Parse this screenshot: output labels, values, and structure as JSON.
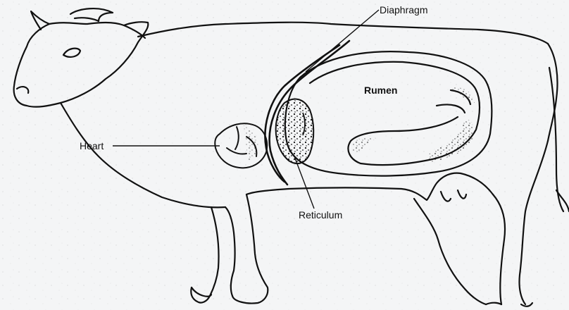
{
  "diagram": {
    "labels": {
      "diaphragm": "Diaphragm",
      "rumen": "Rumen",
      "heart": "Heart",
      "reticulum": "Reticulum"
    },
    "colors": {
      "background": "#f4f5f6",
      "ink": "#111111"
    }
  }
}
